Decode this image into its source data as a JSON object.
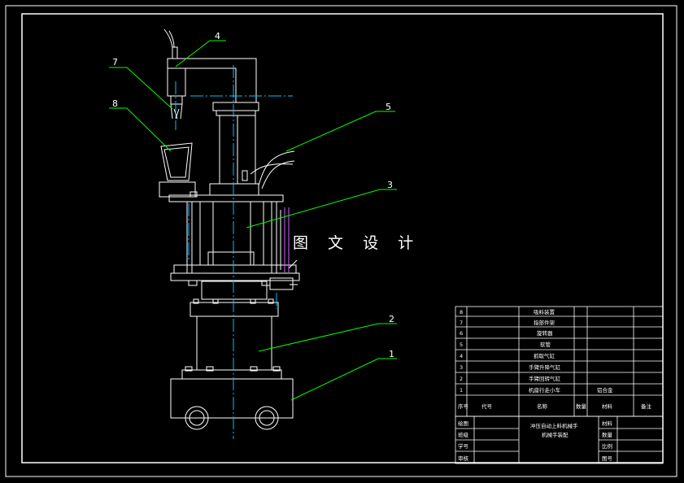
{
  "watermark": "图 文 设 计",
  "callouts": [
    "1",
    "2",
    "3",
    "4",
    "5",
    "7",
    "8"
  ],
  "parts_list": [
    {
      "no": "8",
      "name": "吸料装置",
      "material": ""
    },
    {
      "no": "7",
      "name": "指部件架",
      "material": ""
    },
    {
      "no": "6",
      "name": "旋转器",
      "material": ""
    },
    {
      "no": "5",
      "name": "软管",
      "material": ""
    },
    {
      "no": "4",
      "name": "抓取气缸",
      "material": ""
    },
    {
      "no": "3",
      "name": "手臂升降气缸",
      "material": ""
    },
    {
      "no": "2",
      "name": "手臂回转气缸",
      "material": ""
    },
    {
      "no": "1",
      "name": "机座行走小车",
      "material": "铝合金"
    }
  ],
  "header_row": {
    "no": "序号",
    "code": "代号",
    "name": "名称",
    "qty": "数量",
    "material": "材料",
    "remark": "备注"
  },
  "title_block": {
    "title_line1": "冲压自动上料机械手",
    "title_line2": "机械手装配",
    "left_labels": [
      "绘图",
      "班级",
      "学号",
      "审核"
    ],
    "right_labels": [
      "材料",
      "数量",
      "比例",
      "图号"
    ]
  },
  "colors": {
    "background": "#000000",
    "frame": "#ffffff",
    "machine": "#ffffff",
    "centerline": "#00bfff",
    "leader": "#00ff00",
    "cylinder_accent": "#cc66ff"
  }
}
